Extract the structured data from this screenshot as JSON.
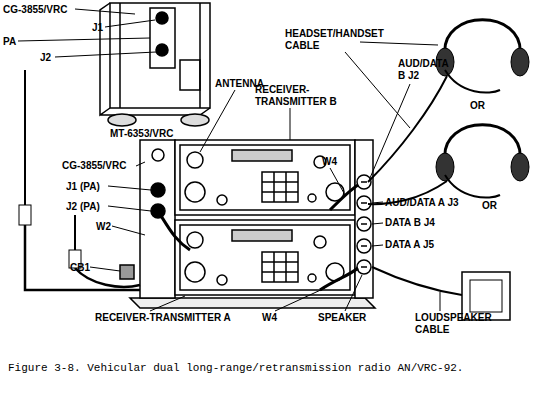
{
  "diagram": {
    "caption": "Figure 3-8. Vehicular dual long-range/retransmission radio AN/VRC-92.",
    "labels": [
      "CG-3855/VRC",
      "J1",
      "PA",
      "J2",
      "MT-6353/VRC",
      "ANTENNA",
      "RECEIVER-TRANSMITTER B",
      "HEADSET/HANDSET CABLE",
      "AUD/DATA B J2",
      "W4",
      "OR",
      "AUD/DATA A J3",
      "DATA B J4",
      "DATA A J5",
      "OR",
      "CG-3855/VRC",
      "J1 (PA)",
      "J2 (PA)",
      "W2",
      "CB1",
      "RECEIVER-TRANSMITTER A",
      "W4",
      "SPEAKER",
      "LOUDSPEAKER CABLE"
    ]
  }
}
